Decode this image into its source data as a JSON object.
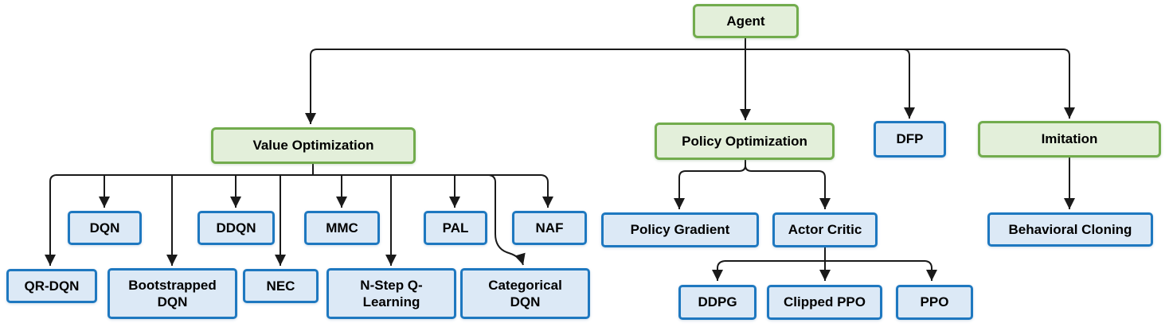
{
  "diagram": {
    "type": "hierarchy-flowchart",
    "colors": {
      "category_fill": "#e3efda",
      "category_border": "#72ac4d",
      "algorithm_fill": "#dce9f6",
      "algorithm_border": "#1e78c0",
      "connector": "#1a1a1a",
      "text": "#000000"
    },
    "nodes": {
      "agent": {
        "label": "Agent",
        "style": "green"
      },
      "value_optimization": {
        "label": "Value Optimization",
        "style": "green"
      },
      "policy_optimization": {
        "label": "Policy Optimization",
        "style": "green"
      },
      "dfp": {
        "label": "DFP",
        "style": "blue"
      },
      "imitation": {
        "label": "Imitation",
        "style": "green"
      },
      "dqn": {
        "label": "DQN",
        "style": "blue"
      },
      "ddqn": {
        "label": "DDQN",
        "style": "blue"
      },
      "mmc": {
        "label": "MMC",
        "style": "blue"
      },
      "pal": {
        "label": "PAL",
        "style": "blue"
      },
      "naf": {
        "label": "NAF",
        "style": "blue"
      },
      "qr_dqn": {
        "label": "QR-DQN",
        "style": "blue"
      },
      "bootstrapped_dqn": {
        "label": "Bootstrapped DQN",
        "style": "blue"
      },
      "nec": {
        "label": "NEC",
        "style": "blue"
      },
      "n_step_q_learning": {
        "label": "N-Step Q-Learning",
        "style": "blue"
      },
      "categorical_dqn": {
        "label": "Categorical DQN",
        "style": "blue"
      },
      "policy_gradient": {
        "label": "Policy Gradient",
        "style": "blue"
      },
      "actor_critic": {
        "label": "Actor Critic",
        "style": "blue"
      },
      "ddpg": {
        "label": "DDPG",
        "style": "blue"
      },
      "clipped_ppo": {
        "label": "Clipped PPO",
        "style": "blue"
      },
      "ppo": {
        "label": "PPO",
        "style": "blue"
      },
      "behavioral_cloning": {
        "label": "Behavioral Cloning",
        "style": "blue"
      }
    },
    "edges": [
      [
        "agent",
        "value_optimization"
      ],
      [
        "agent",
        "policy_optimization"
      ],
      [
        "agent",
        "dfp"
      ],
      [
        "agent",
        "imitation"
      ],
      [
        "value_optimization",
        "qr_dqn"
      ],
      [
        "value_optimization",
        "dqn"
      ],
      [
        "value_optimization",
        "bootstrapped_dqn"
      ],
      [
        "value_optimization",
        "ddqn"
      ],
      [
        "value_optimization",
        "nec"
      ],
      [
        "value_optimization",
        "mmc"
      ],
      [
        "value_optimization",
        "n_step_q_learning"
      ],
      [
        "value_optimization",
        "pal"
      ],
      [
        "value_optimization",
        "categorical_dqn"
      ],
      [
        "value_optimization",
        "naf"
      ],
      [
        "policy_optimization",
        "policy_gradient"
      ],
      [
        "policy_optimization",
        "actor_critic"
      ],
      [
        "actor_critic",
        "ddpg"
      ],
      [
        "actor_critic",
        "clipped_ppo"
      ],
      [
        "actor_critic",
        "ppo"
      ],
      [
        "imitation",
        "behavioral_cloning"
      ]
    ]
  }
}
